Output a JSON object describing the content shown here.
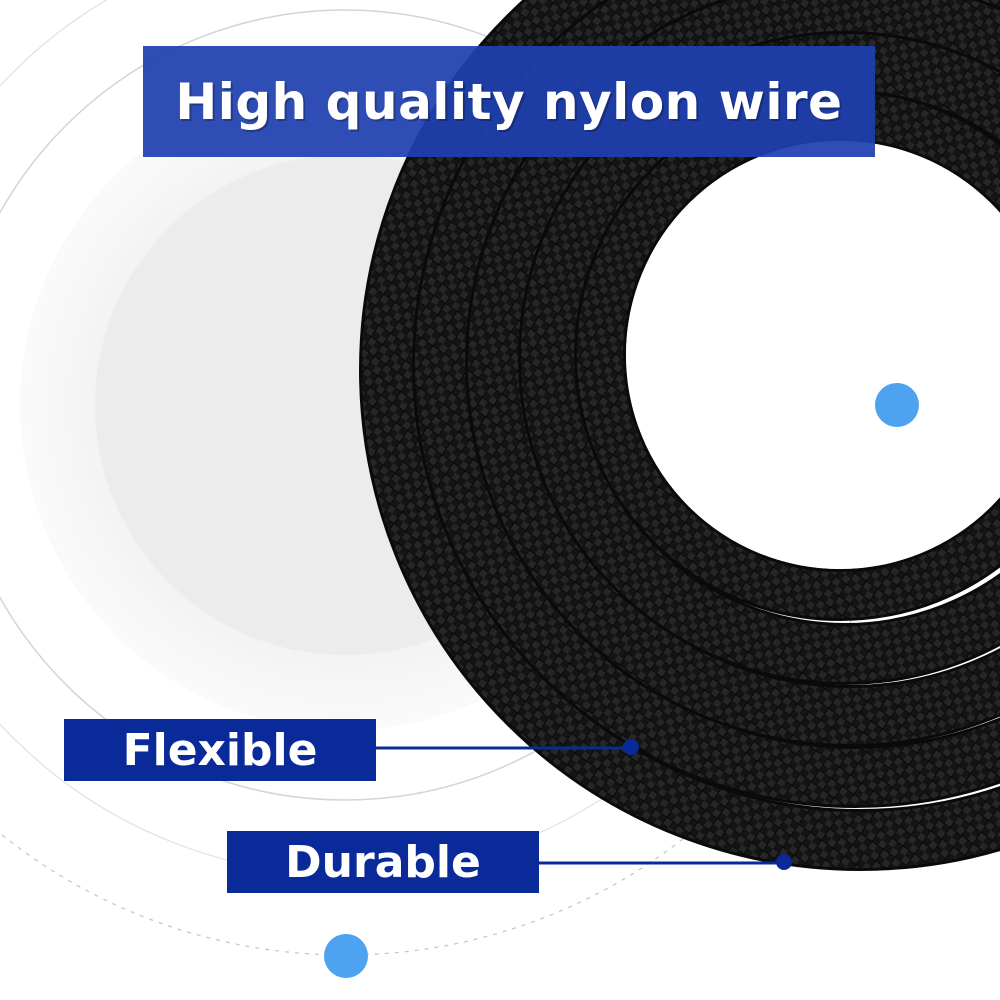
{
  "banner": {
    "text": "High quality nylon wire"
  },
  "callouts": {
    "flexible": "Flexible",
    "durable": "Durable"
  },
  "colors": {
    "banner_bg": "#1e40af",
    "tag_bg": "#0a2a9a",
    "accent_dot": "#4da3f0",
    "cable": "#111111"
  }
}
